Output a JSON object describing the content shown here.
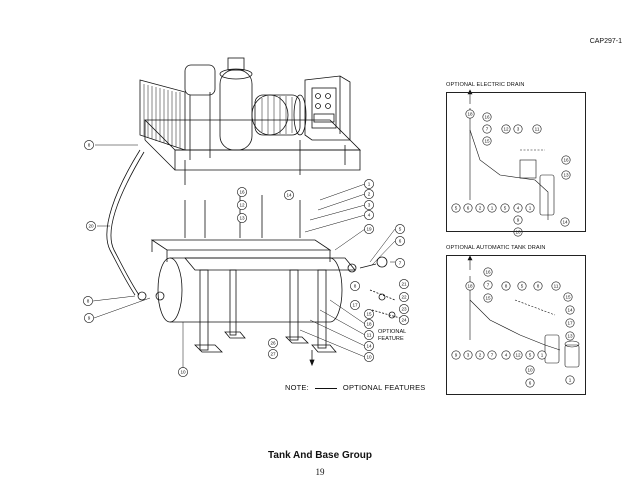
{
  "document": {
    "code": "CAP297-1",
    "title": "Tank And Base Group",
    "page_number": "19"
  },
  "note": {
    "label": "NOTE:",
    "text": "OPTIONAL FEATURES"
  },
  "optional_feature_label": [
    "OPTIONAL",
    "FEATURE"
  ],
  "insets": [
    {
      "title": "OPTIONAL ELECTRIC DRAIN",
      "callouts": [
        "18",
        "16",
        "7",
        "15",
        "12",
        "3",
        "11",
        "16",
        "13",
        "5",
        "6",
        "2",
        "1",
        "5",
        "4",
        "10",
        "9",
        "14",
        "1"
      ]
    },
    {
      "title": "OPTIONAL AUTOMATIC TANK DRAIN",
      "callouts": [
        "18",
        "16",
        "7",
        "15",
        "8",
        "5",
        "8",
        "11",
        "15",
        "14",
        "17",
        "13",
        "9",
        "3",
        "2",
        "7",
        "4",
        "12",
        "5",
        "1",
        "10",
        "6",
        "1"
      ]
    }
  ],
  "main_callouts": [
    "8",
    "20",
    "8",
    "9",
    "16",
    "12",
    "13",
    "14",
    "1",
    "2",
    "3",
    "4",
    "19",
    "5",
    "6",
    "7",
    "8",
    "21",
    "22",
    "23",
    "24",
    "18",
    "11",
    "14",
    "10",
    "26",
    "27",
    "15",
    "17",
    "10"
  ]
}
